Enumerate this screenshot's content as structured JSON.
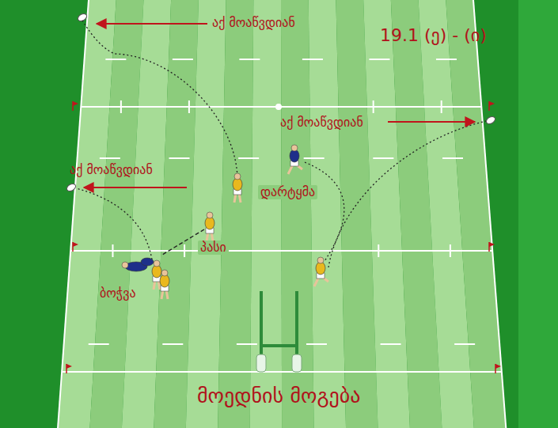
{
  "diagram": {
    "title": "19.1 (ე) - (ი)",
    "caption": "მოედნის მოგება",
    "labels": [
      "აქ მოაწვდიან",
      "აქ მოაწვდიან",
      "აქ მოაწვდიან",
      "დარტყმა",
      "პასი",
      "ბოჭვა"
    ]
  }
}
